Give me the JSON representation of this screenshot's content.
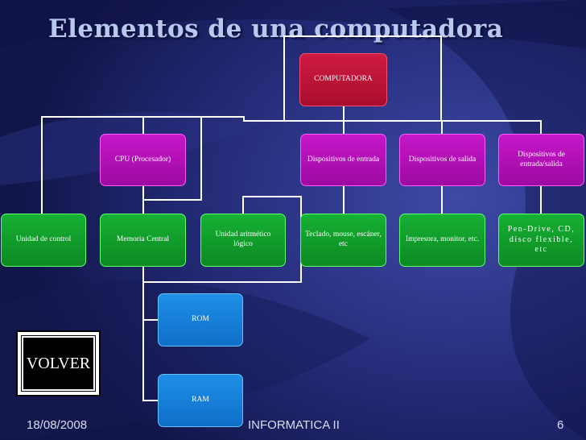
{
  "slide": {
    "title": "Elementos de una computadora",
    "volver_label": "VOLVER"
  },
  "diagram": {
    "root": "COMPUTADORA",
    "level1": {
      "cpu": "CPU (Procesador)",
      "entrada": "Dispositivos de entrada",
      "salida": "Dispositivos de salida",
      "es": "Dispositivos de entrada/salida"
    },
    "level2": {
      "control": "Unidad de control",
      "memoria": "Memoria Central",
      "alu": "Unidad aritmético lógico",
      "teclado": "Teclado, mouse, escáner, etc",
      "impresora": "Impresora, monitor, etc.",
      "pendrive": "Pen-Drive, CD, disco flexible, etc"
    },
    "level3": {
      "rom": "ROM",
      "ram": "RAM"
    }
  },
  "footer": {
    "date": "18/08/2008",
    "center": "INFORMATICA II",
    "page": "6"
  },
  "colors": {
    "root": "#c0143a",
    "level1": "#b310b8",
    "level2": "#13a02c",
    "level3": "#1783dc",
    "connector": "#ffffff"
  }
}
